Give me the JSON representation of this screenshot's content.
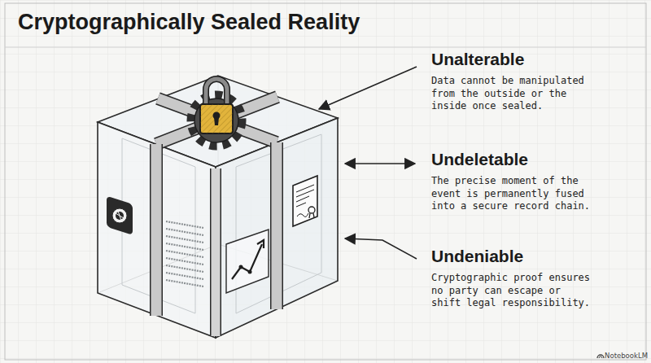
{
  "diagram": {
    "title": "Cryptographically Sealed Reality",
    "labels": [
      "Unalterable",
      "Data cannot be manipulated from the outside or the inside once sealed.",
      "Undeletable",
      "The precise moment of the event is permanently fused into a secure record chain.",
      "Undeniable",
      "Cryptographic proof ensures no party can escape or shift legal responsibility.",
      "NotebookLM"
    ]
  }
}
